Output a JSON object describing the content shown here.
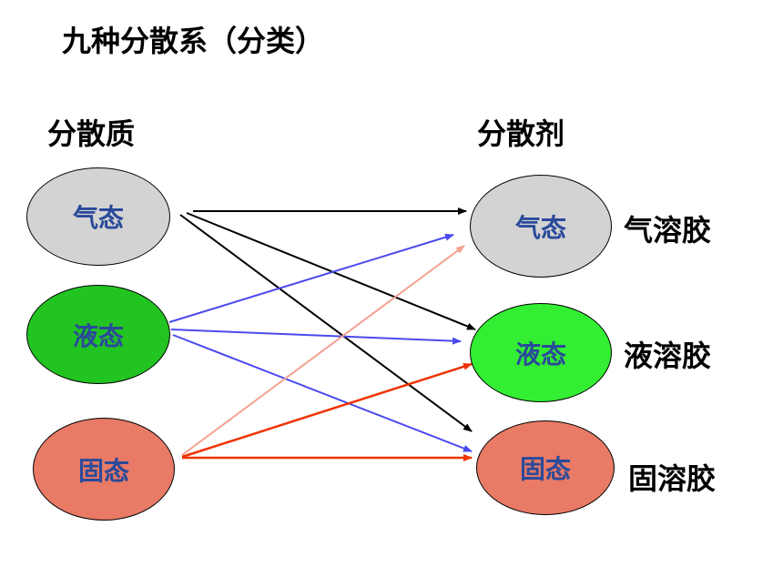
{
  "title": "九种分散系（分类）",
  "columns": {
    "dispersed_phase": "分散质",
    "dispersion_medium": "分散剂"
  },
  "left_nodes": [
    {
      "label": "气态",
      "color": "#d3d3d3"
    },
    {
      "label": "液态",
      "color": "#22c422"
    },
    {
      "label": "固态",
      "color": "#e87a66"
    }
  ],
  "right_nodes": [
    {
      "label": "气态",
      "color": "#d3d3d3",
      "colloid": "气溶胶"
    },
    {
      "label": "液态",
      "color": "#33ee33",
      "colloid": "液溶胶"
    },
    {
      "label": "固态",
      "color": "#e87a66",
      "colloid": "固溶胶"
    }
  ],
  "arrow_colors": {
    "from_gas": "#000000",
    "from_liquid": "#4a4aee",
    "from_solid_to_gas": "#f4a090",
    "from_solid": "#ee3300"
  }
}
